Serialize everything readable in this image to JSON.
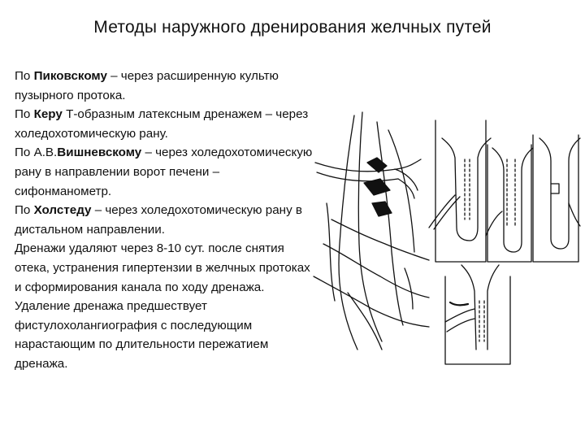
{
  "slide": {
    "title": "Методы наружного дренирования желчных путей",
    "paragraphs": [
      {
        "prefix": "По ",
        "bold": "Пиковскому",
        "text": " – через расширенную культю пузырного протока."
      },
      {
        "prefix": "По ",
        "bold": "Керу",
        "text": " Т-образным латексным дренажем – через холедохотомическую рану."
      },
      {
        "prefix": "По А.В.",
        "bold": "Вишневскому",
        "text": " – через холедохотомическую рану в направлении ворот печени – сифонманометр."
      },
      {
        "prefix": "По ",
        "bold": "Холстеду",
        "text": " – через холедохотомическую рану в дистальном направлении."
      },
      {
        "prefix": "",
        "bold": "",
        "text": "Дренажи удаляют через 8-10 сут.  после снятия отека, устранения гипертензии в желчных протоках и сформирования канала по ходу дренажа. Удаление дренажа предшествует фистулохолангиография с последующим нарастающим по длительности пережатием дренажа."
      }
    ]
  }
}
